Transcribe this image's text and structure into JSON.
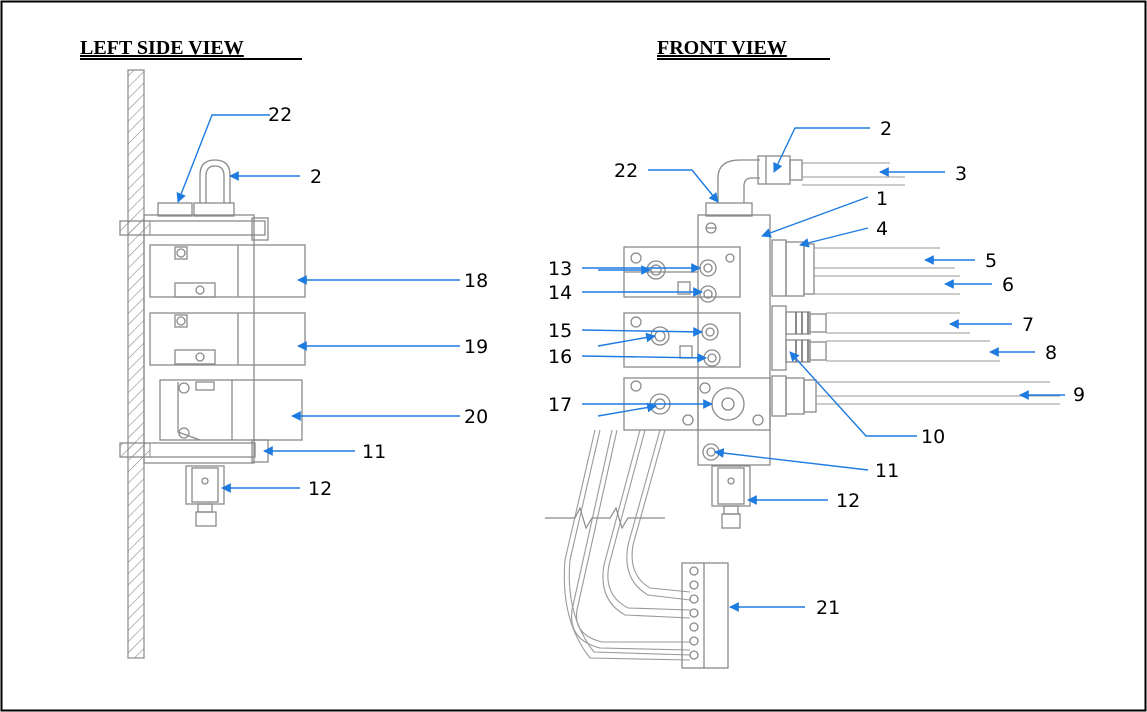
{
  "views": {
    "left": {
      "title": "LEFT SIDE VIEW"
    },
    "front": {
      "title": "FRONT VIEW"
    }
  },
  "colors": {
    "leader": "#1e7be0",
    "drawing": "#8a8a8a",
    "text": "#000000",
    "border": "#000000"
  },
  "left_callouts": {
    "c22": "22",
    "c2": "2",
    "c18": "18",
    "c19": "19",
    "c20": "20",
    "c11": "11",
    "c12": "12"
  },
  "front_callouts": {
    "c2": "2",
    "c3": "3",
    "c22": "22",
    "c1": "1",
    "c4": "4",
    "c5": "5",
    "c6": "6",
    "c13": "13",
    "c14": "14",
    "c7": "7",
    "c15": "15",
    "c16": "16",
    "c8": "8",
    "c9": "9",
    "c17": "17",
    "c10": "10",
    "c11": "11",
    "c12": "12",
    "c21": "21"
  }
}
